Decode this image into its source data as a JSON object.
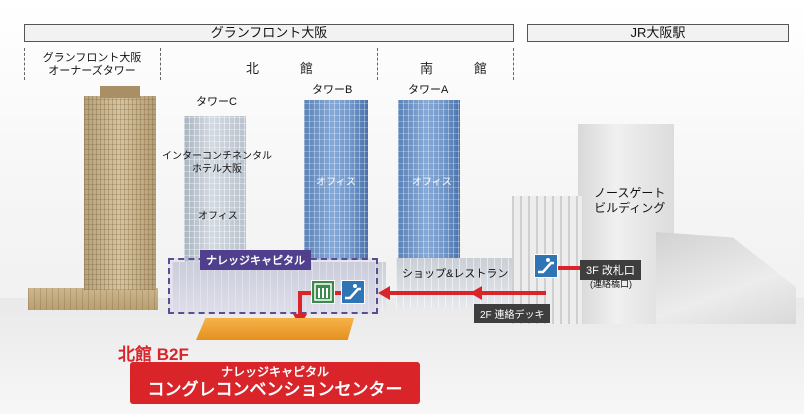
{
  "header": {
    "grandfront": "グランフロント大阪",
    "jr_osaka": "JR大阪駅"
  },
  "sections": {
    "owners_tower_line1": "グランフロント大阪",
    "owners_tower_line2": "オーナーズタワー",
    "north_building": "北　館",
    "south_building": "南　館"
  },
  "towers": {
    "tower_c": "タワーC",
    "tower_b": "タワーB",
    "tower_a": "タワーA"
  },
  "tenants": {
    "intercontinental_line1": "インターコンチネンタル",
    "intercontinental_line2": "ホテル大阪",
    "office_c": "オフィス",
    "office_b": "オフィス",
    "office_a": "オフィス",
    "shop_restaurant": "ショップ&レストラン",
    "northgate_line1": "ノースゲート",
    "northgate_line2": "ビルディング"
  },
  "route": {
    "knowledge_capital": "ナレッジキャピタル",
    "gate_label": "3F 改札口",
    "gate_sub": "(連絡橋口)",
    "deck_label": "2F 連絡デッキ"
  },
  "destination": {
    "floor": "北館 B2F",
    "name_line1": "ナレッジキャピタル",
    "name_line2": "コングレコンベンションセンター"
  },
  "icons": [
    "elevator-icon",
    "escalator-icon",
    "route-arrow-icon"
  ],
  "colors": {
    "route_red": "#d9242a",
    "knowledge_purple": "#4f3f8c",
    "icon_blue": "#2f74b5",
    "icon_green": "#3b8b4f",
    "convention_orange": "#f0a030"
  }
}
